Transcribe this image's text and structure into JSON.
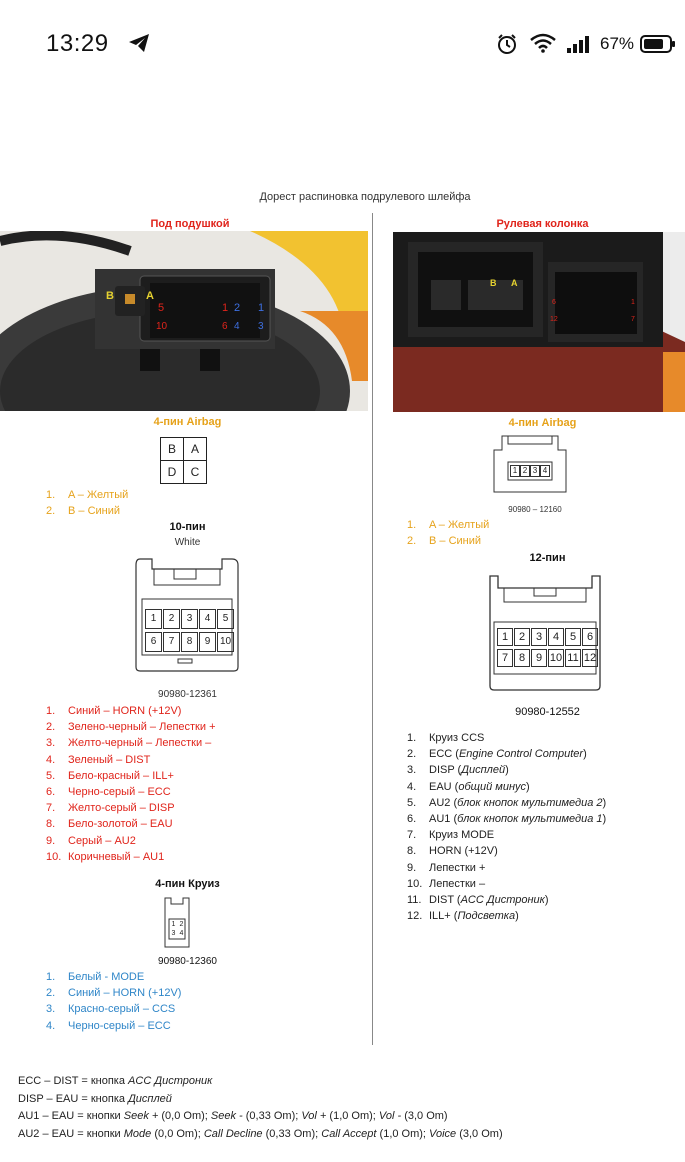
{
  "status_bar": {
    "time": "13:29",
    "battery_text": "67%",
    "icons": [
      "telegram-icon",
      "alarm-icon",
      "wifi-icon",
      "signal-icon",
      "battery-icon"
    ]
  },
  "doc": {
    "title": "Дорест распиновка подрулевого шлейфа",
    "left": {
      "photo_title": "Под подушкой",
      "photo_labels": {
        "b": "B",
        "a": "A",
        "p5": "5",
        "p1": "1",
        "p2": "2",
        "p1b": "1",
        "p10": "10",
        "p6": "6",
        "p4": "4",
        "p3": "3"
      },
      "airbag_title": "4-пин Airbag",
      "airbag_grid": [
        "B",
        "A",
        "D",
        "C"
      ],
      "airbag_pins": [
        {
          "num": "1.",
          "text": "A – Желтый"
        },
        {
          "num": "2.",
          "text": "B – Синий"
        }
      ],
      "pin10_title": "10-пин",
      "pin10_subtitle": "White",
      "pin10_cells": [
        "1",
        "2",
        "3",
        "4",
        "5",
        "6",
        "7",
        "8",
        "9",
        "10"
      ],
      "pin10_part": "90980-12361",
      "pin10_list": [
        {
          "num": "1.",
          "text": "Синий – HORN (+12V)"
        },
        {
          "num": "2.",
          "text": "Зелено-черный – Лепестки +"
        },
        {
          "num": "3.",
          "text": "Желто-черный – Лепестки –"
        },
        {
          "num": "4.",
          "text": "Зеленый – DIST"
        },
        {
          "num": "5.",
          "text": "Бело-красный – ILL+"
        },
        {
          "num": "6.",
          "text": "Черно-серый – ECC"
        },
        {
          "num": "7.",
          "text": "Желто-серый – DISP"
        },
        {
          "num": "8.",
          "text": "Бело-золотой – EAU"
        },
        {
          "num": "9.",
          "text": "Серый – AU2"
        },
        {
          "num": "10.",
          "text": "Коричневый – AU1"
        }
      ],
      "cruise_title": "4-пин Круиз",
      "cruise_cells": [
        "1",
        "2",
        "3",
        "4"
      ],
      "cruise_part": "90980-12360",
      "cruise_list": [
        {
          "num": "1.",
          "text": "Белый - MODE"
        },
        {
          "num": "2.",
          "text": "Синий – HORN (+12V)"
        },
        {
          "num": "3.",
          "text": "Красно-серый – CCS"
        },
        {
          "num": "4.",
          "text": "Черно-серый – ECC"
        }
      ]
    },
    "right": {
      "photo_title": "Рулевая колонка",
      "photo_labels": {
        "b": "B",
        "a": "A",
        "p6": "6",
        "p1": "1",
        "p12": "12",
        "p7": "7"
      },
      "airbag_title": "4-пин Airbag",
      "airbag_cells": [
        "1",
        "2",
        "3",
        "4"
      ],
      "airbag_part": "90980 – 12160",
      "airbag_pins": [
        {
          "num": "1.",
          "text": "A – Желтый"
        },
        {
          "num": "2.",
          "text": "B – Синий"
        }
      ],
      "pin12_title": "12-пин",
      "pin12_cells": [
        "1",
        "2",
        "3",
        "4",
        "5",
        "6",
        "7",
        "8",
        "9",
        "10",
        "11",
        "12"
      ],
      "pin12_part": "90980-12552",
      "pin12_list": [
        {
          "num": "1.",
          "text": "Круиз CCS",
          "em": ""
        },
        {
          "num": "2.",
          "text": "ECC (",
          "em": "Engine Control Computer",
          "tail": ")"
        },
        {
          "num": "3.",
          "text": "DISP (",
          "em": "Дисплей",
          "tail": ")"
        },
        {
          "num": "4.",
          "text": "EAU (",
          "em": "общий минус",
          "tail": ")"
        },
        {
          "num": "5.",
          "text": "AU2 (",
          "em": "блок кнопок мультимедиа 2",
          "tail": ")"
        },
        {
          "num": "6.",
          "text": "AU1 (",
          "em": "блок кнопок мультимедиа 1",
          "tail": ")"
        },
        {
          "num": "7.",
          "text": "Круиз MODE",
          "em": ""
        },
        {
          "num": "8.",
          "text": "HORN (+12V)",
          "em": ""
        },
        {
          "num": "9.",
          "text": "Лепестки +",
          "em": ""
        },
        {
          "num": "10.",
          "text": "Лепестки –",
          "em": ""
        },
        {
          "num": "11.",
          "text": "DIST (",
          "em": "ACC Дистроник",
          "tail": ")"
        },
        {
          "num": "12.",
          "text": "ILL+ (",
          "em": "Подсветка",
          "tail": ")"
        }
      ]
    },
    "notes": [
      {
        "a": "ECC – DIST = кнопка ",
        "b": "ACC Дистроник",
        "c": ""
      },
      {
        "a": "DISP – EAU = кнопка ",
        "b": "Дисплей",
        "c": ""
      },
      {
        "a": "AU1 – EAU = кнопки ",
        "b": "Seek +",
        "c": " (0,0 Om); ",
        "d": "Seek -",
        "e": " (0,33 Om); ",
        "f": "Vol +",
        "g": " (1,0 Om); ",
        "h": "Vol -",
        "i": " (3,0 Om)"
      },
      {
        "a": "AU2 – EAU = кнопки ",
        "b": "Mode",
        "c": " (0,0 Om); ",
        "d": "Call Decline",
        "e": " (0,33 Om); ",
        "f": "Call Accept",
        "g": " (1,0 Om); ",
        "h": "Voice",
        "i": " (3,0 Om)"
      }
    ]
  }
}
